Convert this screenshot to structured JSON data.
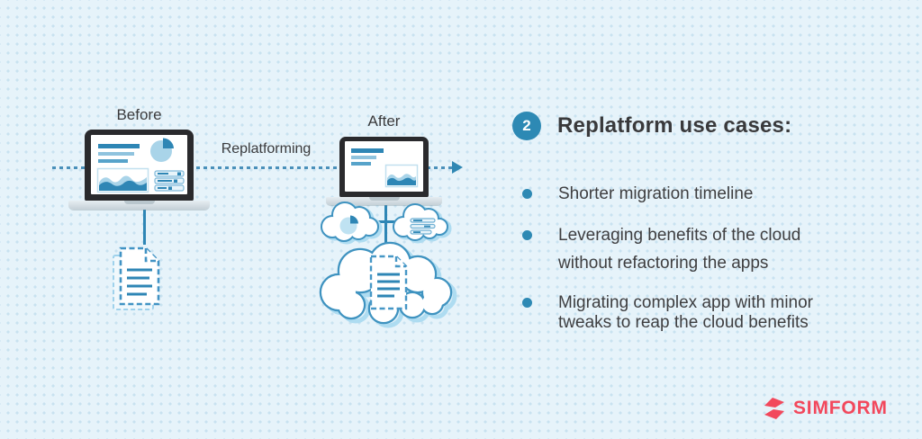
{
  "colors": {
    "background": "#e6f3fa",
    "grid_dot": "#c8e2f0",
    "accent_blue": "#2e86b5",
    "light_blue": "#a9d4e9",
    "outline_blue": "#3f93c0",
    "text_dark": "#3a3a3c",
    "brand_pink": "#f2485c"
  },
  "diagram": {
    "before_label": "Before",
    "after_label": "After",
    "arrow_label": "Replatforming",
    "icons": [
      "laptop-icon",
      "pie-chart-icon",
      "area-chart-icon",
      "text-lines-icon",
      "form-rows-icon",
      "document-icon",
      "cloud-icon",
      "arrow-right-icon"
    ]
  },
  "panel": {
    "number": "2",
    "title": "Replatform use cases:",
    "bullets": [
      "Shorter migration timeline",
      "Leveraging benefits of the cloud\nwithout refactoring the apps",
      "Migrating complex app with minor\ntweaks to reap the cloud benefits"
    ]
  },
  "logo": {
    "text": "SIMFORM"
  }
}
